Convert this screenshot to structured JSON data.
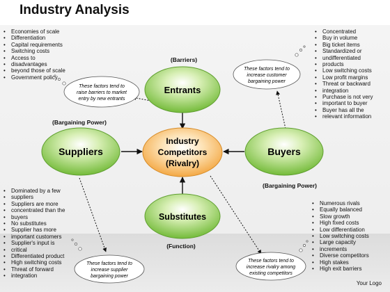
{
  "title": "Industry Analysis",
  "labels": {
    "barriers": "(Barriers)",
    "bargaining_left": "(Bargaining Power)",
    "bargaining_right": "(Bargaining Power)",
    "function": "(Function)"
  },
  "nodes": {
    "entrants": "Entrants",
    "suppliers": "Suppliers",
    "buyers": "Buyers",
    "substitutes": "Substitutes",
    "center_line1": "Industry",
    "center_line2": "Competitors",
    "center_line3": "(Rivalry)"
  },
  "clouds": {
    "entrants": [
      "These factors tend to",
      "raise barriers to market",
      "entry by new entrants"
    ],
    "buyers": [
      "These factors tend to",
      "increase customer",
      "bargaining power"
    ],
    "suppliers": [
      "These factors tend to",
      "increase supplier",
      "bargaining power"
    ],
    "rivalry": [
      "These factors tend to",
      "increase rivalry among",
      "existing competitors"
    ]
  },
  "barriers_list": [
    "Economies of scale",
    "Differentiation",
    "Capital requirements",
    "Switching costs",
    "Access to",
    "disadvantages",
    "beyond those of scale",
    "Government policy"
  ],
  "buyers_list": [
    "Concentrated",
    "Buy in volume",
    "Big ticket items",
    "Standardized or",
    "undifferentiated",
    "products",
    "Low switching costs",
    "Low profit margins",
    "Threat or backward",
    "integration",
    "Purchase is not very",
    "important to buyer",
    "Buyer has all the",
    "relevant information"
  ],
  "suppliers_list": [
    "Dominated by a few",
    "suppliers",
    "Suppliers are more",
    "concentrated than the",
    "buyers",
    "No substitutes",
    "Supplier has more",
    "important customers",
    "Supplier's input is",
    "critical",
    "Differentiated product",
    "High switching costs",
    "Threat of forward",
    "integration"
  ],
  "rivalry_list": [
    "Numerous rivals",
    "Equally balanced",
    "Slow growth",
    "High fixed costs",
    "Low differentiation",
    "Low switching costs",
    "Large capacity",
    "increments",
    "Diverse competitors",
    "High stakes",
    "High exit barriers"
  ],
  "footer": "Your Logo",
  "colors": {
    "green": "#7dc242",
    "orange": "#f5a43a"
  }
}
